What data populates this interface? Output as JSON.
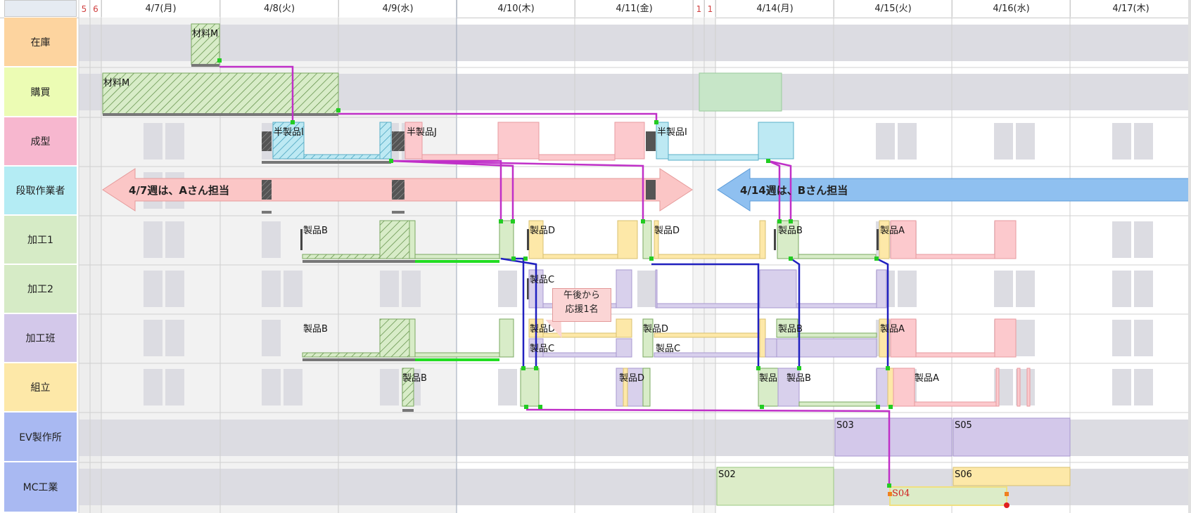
{
  "header": {
    "dates": [
      {
        "label": "5",
        "weekend": true
      },
      {
        "label": "6",
        "weekend": true
      },
      {
        "label": "4/7(月)",
        "weekend": false
      },
      {
        "label": "4/8(火)",
        "weekend": false
      },
      {
        "label": "4/9(水)",
        "weekend": false
      },
      {
        "label": "4/10(木)",
        "weekend": false
      },
      {
        "label": "4/11(金)",
        "weekend": false
      },
      {
        "label": "1",
        "weekend": true
      },
      {
        "label": "1",
        "weekend": true
      },
      {
        "label": "4/14(月)",
        "weekend": false
      },
      {
        "label": "4/15(火)",
        "weekend": false
      },
      {
        "label": "4/16(水)",
        "weekend": false
      },
      {
        "label": "4/17(木)",
        "weekend": false
      }
    ]
  },
  "lanes": [
    {
      "label": "在庫",
      "color": "#fdd49f"
    },
    {
      "label": "購買",
      "color": "#ecfcb4"
    },
    {
      "label": "成型",
      "color": "#f7b7cf"
    },
    {
      "label": "段取作業者",
      "color": "#b4ecf4"
    },
    {
      "label": "加工1",
      "color": "#d6ebc6"
    },
    {
      "label": "加工2",
      "color": "#d6ebc6"
    },
    {
      "label": "加工班",
      "color": "#d3c8ea"
    },
    {
      "label": "組立",
      "color": "#fde8a8"
    },
    {
      "label": "EV製作所",
      "color": "#a9b9f2"
    },
    {
      "label": "MC工業",
      "color": "#a9b9f2"
    }
  ],
  "labels": {
    "stock_material": "材料M",
    "purchase_material": "材料M",
    "mold_semi_i": "半製品I",
    "mold_semi_j": "半製品J",
    "mold_semi_i2": "半製品I",
    "kako1_b": "製品B",
    "kako1_d": "製品D",
    "kako1_d2": "製品D",
    "kako1_b2": "製品B",
    "kako1_a": "製品A",
    "kako2_c": "製品C",
    "han_b": "製品B",
    "han_d": "製品D",
    "han_c": "製品C",
    "han_d2": "製品D",
    "han_c2": "製品C",
    "han_b2": "製品B",
    "han_a": "製品A",
    "kumi_b": "製品B",
    "kumi_d": "製品D",
    "kumi_short": "製品",
    "kumi_b2": "製品B",
    "kumi_a": "製品A",
    "s02": "S02",
    "s03": "S03",
    "s04": "S04",
    "s05": "S05",
    "s06": "S06"
  },
  "arrows": {
    "week1": "4/7週は、Aさん担当",
    "week2": "4/14週は、Bさん担当"
  },
  "callout": {
    "line1": "午後から",
    "line2": "応援1名"
  },
  "colors": {
    "link_magenta": "#c030c8",
    "link_blue": "#2020c0",
    "link_green": "#22cc22",
    "arrow_pink": "#fbc6c6",
    "arrow_blue": "#8fc0f0"
  }
}
